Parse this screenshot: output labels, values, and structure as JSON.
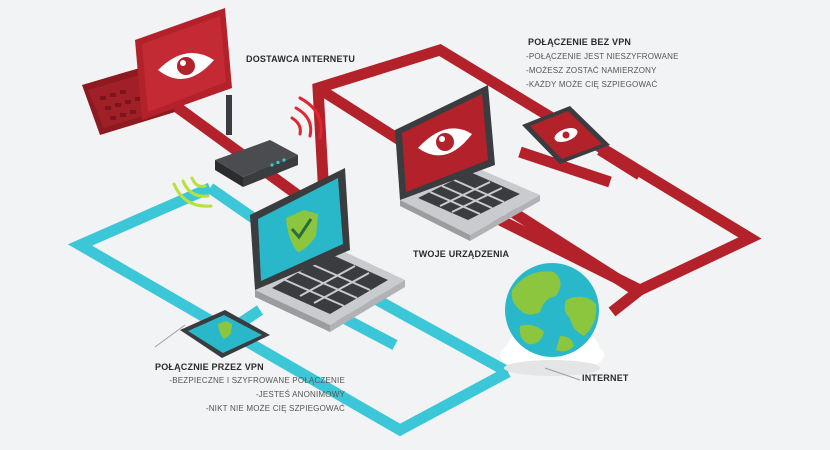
{
  "colors": {
    "red": "#b3222b",
    "red_dark": "#8e1a21",
    "cyan": "#3cc7d8",
    "dark": "#3a3c3f",
    "green": "#8cc63f",
    "ocean": "#29b8c9",
    "background": "#f1f3f4"
  },
  "labels": {
    "isp": "DOSTAWCA INTERNETU",
    "no_vpn": {
      "title": "POŁĄCZENIE BEZ VPN",
      "items": [
        "-POŁĄCZENIE JEST NIESZYFROWANE",
        "-MOŻESZ ZOSTAĆ NAMIERZONY",
        "-KAŻDY MOŻE CIĘ SZPIEGOWAĆ"
      ]
    },
    "devices": "TWOJE URZĄDZENIA",
    "vpn": {
      "title": "POŁĄCZNIE PRZEZ VPN",
      "items": [
        "-BEZPIECZNE I SZYFROWANE POŁĄCZENIE",
        "-JESTEŚ ANONIMOWY",
        "-NIKT NIE MOŻE CIĘ SZPIEGOWAĆ"
      ]
    },
    "internet": "INTERNET"
  },
  "icons": {
    "isp_laptop": "eye-icon",
    "unsafe_laptop": "eye-icon",
    "unsafe_phone": "eye-icon",
    "safe_laptop": "shield-check-icon",
    "safe_phone": "shield-check-icon",
    "router": "router-icon",
    "globe": "globe-icon"
  }
}
